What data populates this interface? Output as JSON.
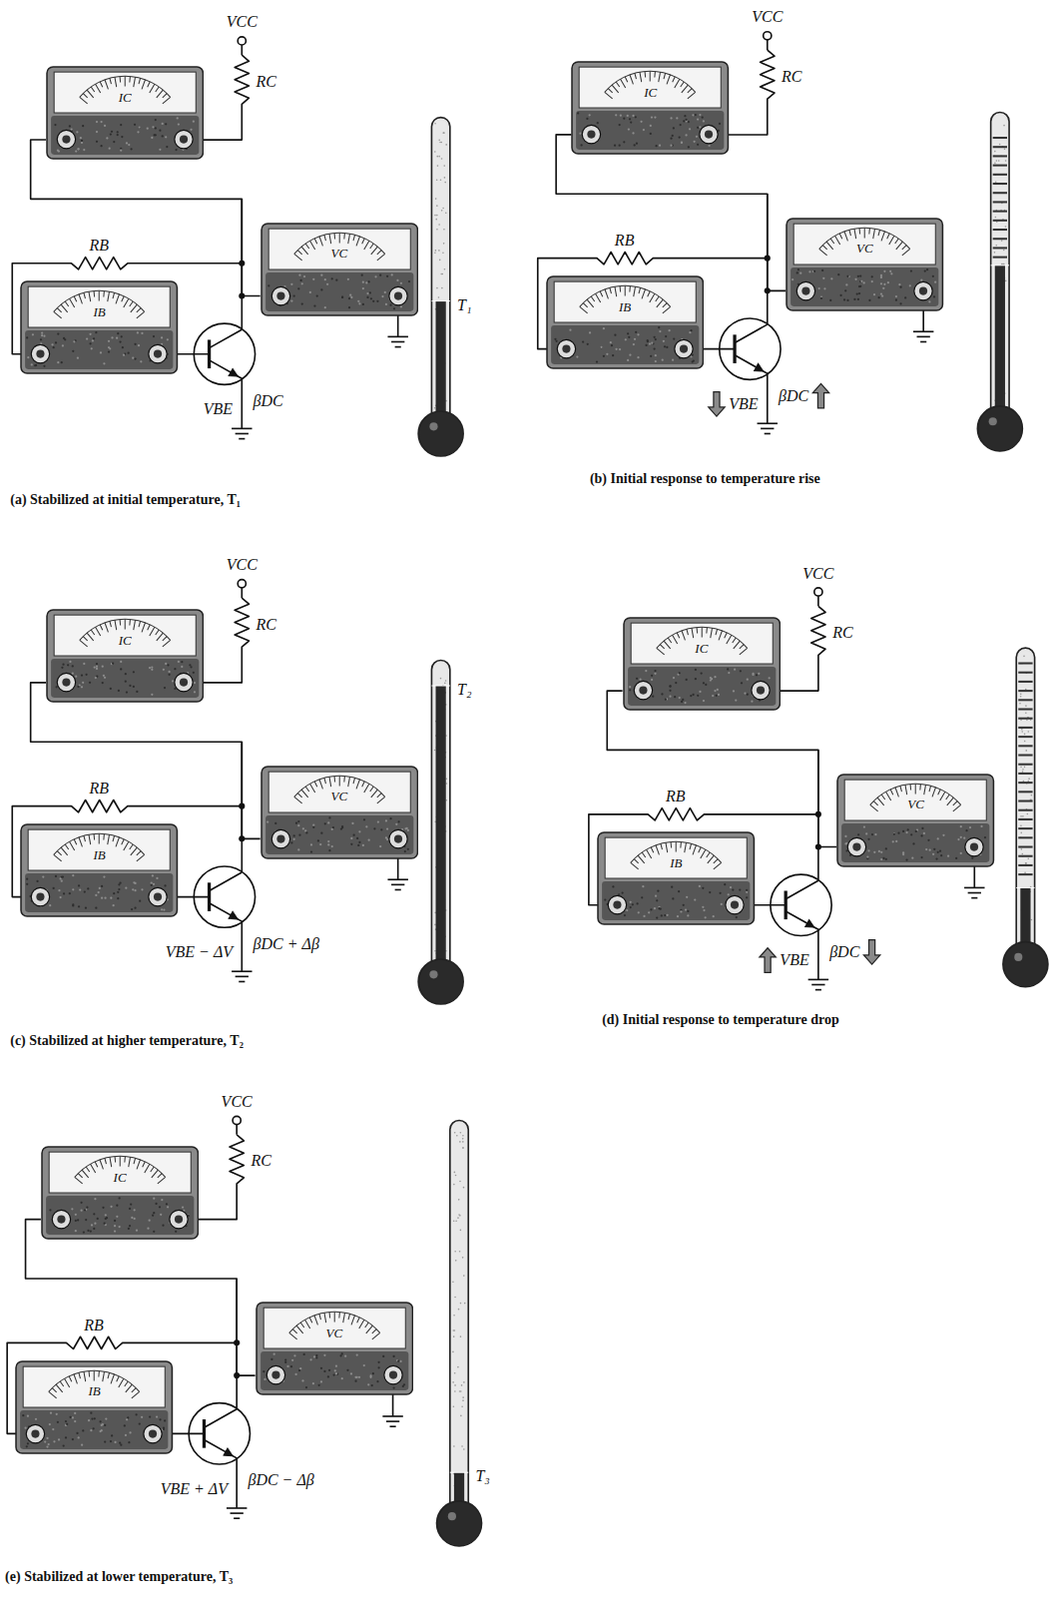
{
  "diagram": {
    "nodes": [
      {
        "text": [
          "IC"
        ]
      },
      {
        "text": [
          "VC"
        ]
      },
      {
        "text": [
          "IB"
        ]
      },
      {
        "text": [
          "IC"
        ]
      },
      {
        "text": [
          "VC"
        ]
      },
      {
        "text": [
          "IB"
        ]
      },
      {
        "text": [
          "IC"
        ]
      },
      {
        "text": [
          "VC"
        ]
      },
      {
        "text": [
          "IB"
        ]
      },
      {
        "text": [
          "IC"
        ]
      },
      {
        "text": [
          "VC"
        ]
      },
      {
        "text": [
          "IB"
        ]
      },
      {
        "text": [
          "IC"
        ]
      },
      {
        "text": [
          "VC"
        ]
      },
      {
        "text": [
          "IB"
        ]
      }
    ],
    "edges": [
      {
        "from": 0,
        "to": 1,
        "arrow": "none"
      },
      {
        "from": 3,
        "to": 4,
        "arrow": "none"
      },
      {
        "from": 6,
        "to": 7,
        "arrow": "none"
      },
      {
        "from": 9,
        "to": 10,
        "arrow": "none"
      },
      {
        "from": 12,
        "to": 13,
        "arrow": "none"
      }
    ],
    "labels": [
      "VCC",
      "RC",
      "RB",
      "βDC",
      "VBE",
      "T₁",
      "(a) Stabilized at initial temperature, T₁",
      "VCC",
      "RC",
      "RB",
      "βDC",
      "VBE",
      "(b) Initial response to temperature rise",
      "VCC",
      "RC",
      "RB",
      "βDC + Δβ",
      "VBE − ΔV",
      "T₂",
      "(c) Stabilized at higher temperature, T₂",
      "VCC",
      "RC",
      "RB",
      "βDC",
      "VBE",
      "(d) Initial response to temperature drop",
      "VCC",
      "RC",
      "RB",
      "βDC − Δβ",
      "VBE + ΔV",
      "T₃",
      "(e) Stabilized at lower temperature, T₃"
    ]
  }
}
